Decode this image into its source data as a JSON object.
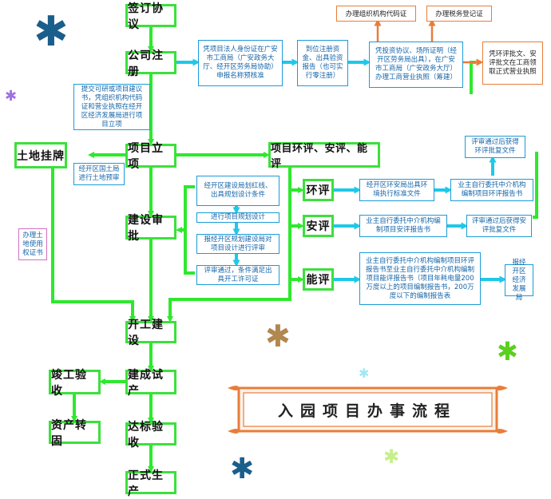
{
  "nodes": {
    "sign_agreement": "签订协议",
    "company_registration": "公司注册",
    "land_listing": "土地挂牌",
    "project_approval": "项目立项",
    "eia_safety_energy": "项目环评、安评、能评",
    "construction_approval": "建设审批",
    "start_construction": "开工建设",
    "completion_acceptance": "竣工验收",
    "trial_production": "建成试产",
    "asset_transfer": "资产转固",
    "operation_acceptance": "达标验收",
    "formal_production": "正式生产",
    "env_review": "环评",
    "safety_review": "安评",
    "energy_review": "能评"
  },
  "notes": {
    "legal_person_id": "凭项目法人身份证在广安市工商局（广安政务大厅、经开区劳务局协助）申报名称预核准",
    "bank_capital": "到位注册资金、出具验资报告（也可实行零注册）",
    "business_license": "凭投资协议、场所证明（经开区劳务局出具），在广安市工商局（广安政务大厅）办理工商营业执照（筹建）",
    "formal_license": "凭环评批文、安评批文在工商领取正式营业执照",
    "org_code": "办理组织机构代码证",
    "tax_registration": "办理税务登记证",
    "submit_proposal": "提交可研或项目建议书，凭组织机构代码证和营业执照在经开区经济发展局进行项目立项",
    "land_bureau": "经开区国土局进行土地预审",
    "land_use_cert": "办理土地使用权证书",
    "planning_conditions": "经开区建设局划红线、出具规划设计条件",
    "planning_design": "进行项目规划设计",
    "design_review": "报经开区规划建设局对项目设计进行评审",
    "construction_permit": "评审通过，条件满足出具开工许可证",
    "env_bureau": "经开区环安局出具环境执行标准文件",
    "env_agency": "业主自行委托中介机构编制项目环评报告书",
    "env_approval": "评审通过后获得环评批复文件",
    "safety_agency": "业主自行委托中介机构编制项目安评报告书",
    "safety_approval": "评审通过后获得安评批复文件",
    "energy_agency": "业主自行委托中介机构编制项目环评报告书至业主自行委托中介机构编制项目能评报告书（项目年耗电量200万度以上的项目编制报告书，200万度以下的编制报告表",
    "energy_report": "报经开区经济发展局"
  },
  "banner": {
    "title": "入园项目办事流程"
  },
  "colors": {
    "green_box": "#3ce03c",
    "green_arrow": "#2ee82e",
    "blue_box": "#1b9bd8",
    "cyan_arrow": "#1ec8e8",
    "orange": "#e87d3a",
    "purple": "#d070c0"
  },
  "decorations": {
    "asterisk_icon": "✱"
  }
}
